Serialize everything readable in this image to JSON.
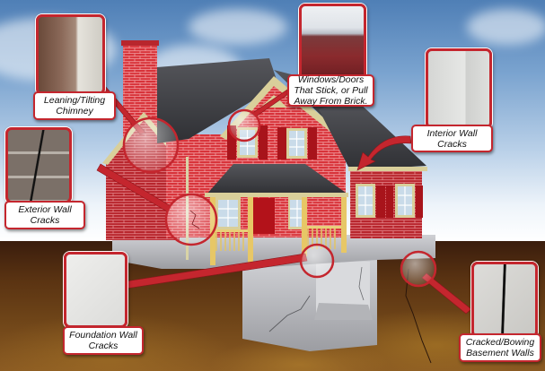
{
  "diagram": {
    "subject": "House foundation problem warning signs",
    "colors": {
      "accent": "#c4262e",
      "brick": "#d8333a",
      "roof": "#3d3d42",
      "trim": "#d9cf9a",
      "foundation": "#b7b8bc",
      "soil": "#5a3312"
    },
    "callouts": [
      {
        "id": "chimney",
        "line1": "Leaning/Tilting",
        "line2": "Chimney",
        "line3": ""
      },
      {
        "id": "windows",
        "line1": "Windows/Doors",
        "line2": "That Stick, or Pull",
        "line3": "Away From Brick."
      },
      {
        "id": "interior",
        "line1": "Interior Wall",
        "line2": "Cracks",
        "line3": ""
      },
      {
        "id": "exterior",
        "line1": "Exterior Wall",
        "line2": "Cracks",
        "line3": ""
      },
      {
        "id": "foundation",
        "line1": "Foundation Wall",
        "line2": "Cracks",
        "line3": ""
      },
      {
        "id": "basement",
        "line1": "Cracked/Bowing",
        "line2": "Basement Walls",
        "line3": ""
      }
    ]
  }
}
